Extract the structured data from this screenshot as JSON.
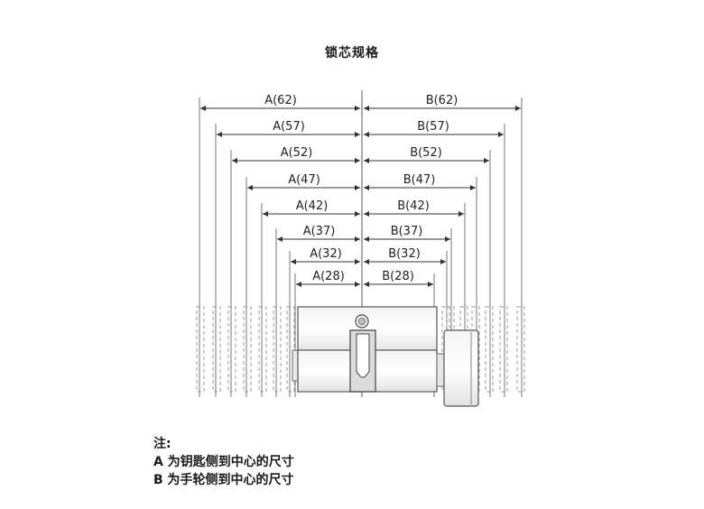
{
  "title": "锁芯规格",
  "dimensions": [
    {
      "a_label": "A(62)",
      "b_label": "B(62)"
    },
    {
      "a_label": "A(57)",
      "b_label": "B(57)"
    },
    {
      "a_label": "A(52)",
      "b_label": "B(52)"
    },
    {
      "a_label": "A(47)",
      "b_label": "B(47)"
    },
    {
      "a_label": "A(42)",
      "b_label": "B(42)"
    },
    {
      "a_label": "A(37)",
      "b_label": "B(37)"
    },
    {
      "a_label": "A(32)",
      "b_label": "B(32)"
    },
    {
      "a_label": "A(28)",
      "b_label": "B(28)"
    }
  ],
  "notes": {
    "heading": "注:",
    "line_a": "A 为钥匙侧到中心的尺寸",
    "line_b": "B 为手轮侧到中心的尺寸"
  }
}
